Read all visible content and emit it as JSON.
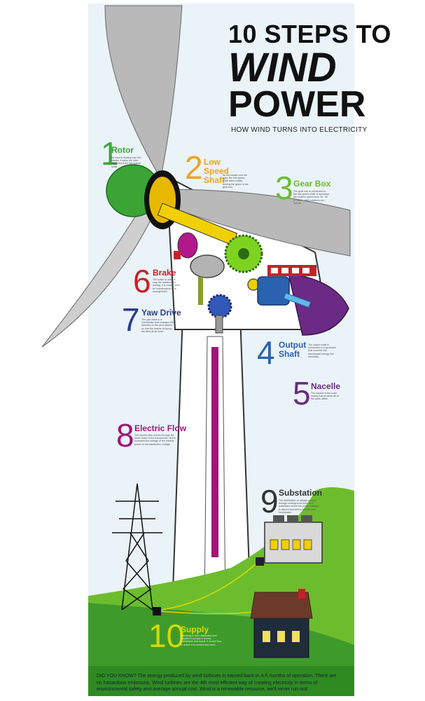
{
  "title": {
    "line1": "10 STEPS TO",
    "line2": "WIND",
    "line3": "POWER",
    "subtitle": "HOW WIND TURNS INTO ELECTRICITY"
  },
  "colors": {
    "green": "#3aa535",
    "orange": "#f0a21e",
    "lime": "#6cbd2e",
    "blue": "#2a62b0",
    "purple": "#6b2a83",
    "red": "#c8202b",
    "navy": "#2c3e8c",
    "magenta": "#a0157a",
    "dark": "#333333",
    "yellow": "#d7d900"
  },
  "steps": [
    {
      "number": "1",
      "label": "Rotor",
      "description": "As wind is flowing over the blades, it spins the rotor which turns the low speed shaft."
    },
    {
      "number": "2",
      "label": "Low Speed Shaft",
      "description": "As the blades turn the rotor, the low speed shaft spins slowly, turning the gears in the gear box."
    },
    {
      "number": "3",
      "label": "Gear Box",
      "description": "The gear box is connected to the low speed shaft. It increases the rotation speed from 30 - 60 to 1000 - 1800 rotations per minute."
    },
    {
      "number": "6",
      "label": "Brake",
      "description": "The brake is used to stop the blades from turning. It is mostly used for maintenance or in emergencies."
    },
    {
      "number": "7",
      "label": "Yaw Drive",
      "description": "The yaw drive is a mechanism that changes the direction of the wind turbine so that the turbine is facing the wind at all times."
    },
    {
      "number": "4",
      "label": "Output Shaft",
      "description": "The output shaft is connected to a generator that converts the mechanical energy into electricity."
    },
    {
      "number": "5",
      "label": "Nacelle",
      "description": "The nacelle is the outer casing that protects all of the parts within."
    },
    {
      "number": "8",
      "label": "Electric Flow",
      "description": "The electric flow moves through the tower down to the transformer, which increases the voltage of the electric power to the distribution voltage."
    },
    {
      "number": "9",
      "label": "Substation",
      "description": "The distribution of voltage passes through underground lines to a substation where the power voltage is altered and sent to homes and businesses."
    },
    {
      "number": "10",
      "label": "Supply",
      "description": "Electricity is then distributed and supplied to people's homes, businesses and towns. It should flow to where it is needed and used."
    }
  ],
  "fact": "DID YOU KNOW? The energy produced by wind turbines is earned back in 4-6 months of operation. There are no hazardous emissions. Wind turbines are the 4th most efficient way of creating electricity in terms of environmental safety and average annual cost. Wind is a renewable resource, we'll never run out!"
}
